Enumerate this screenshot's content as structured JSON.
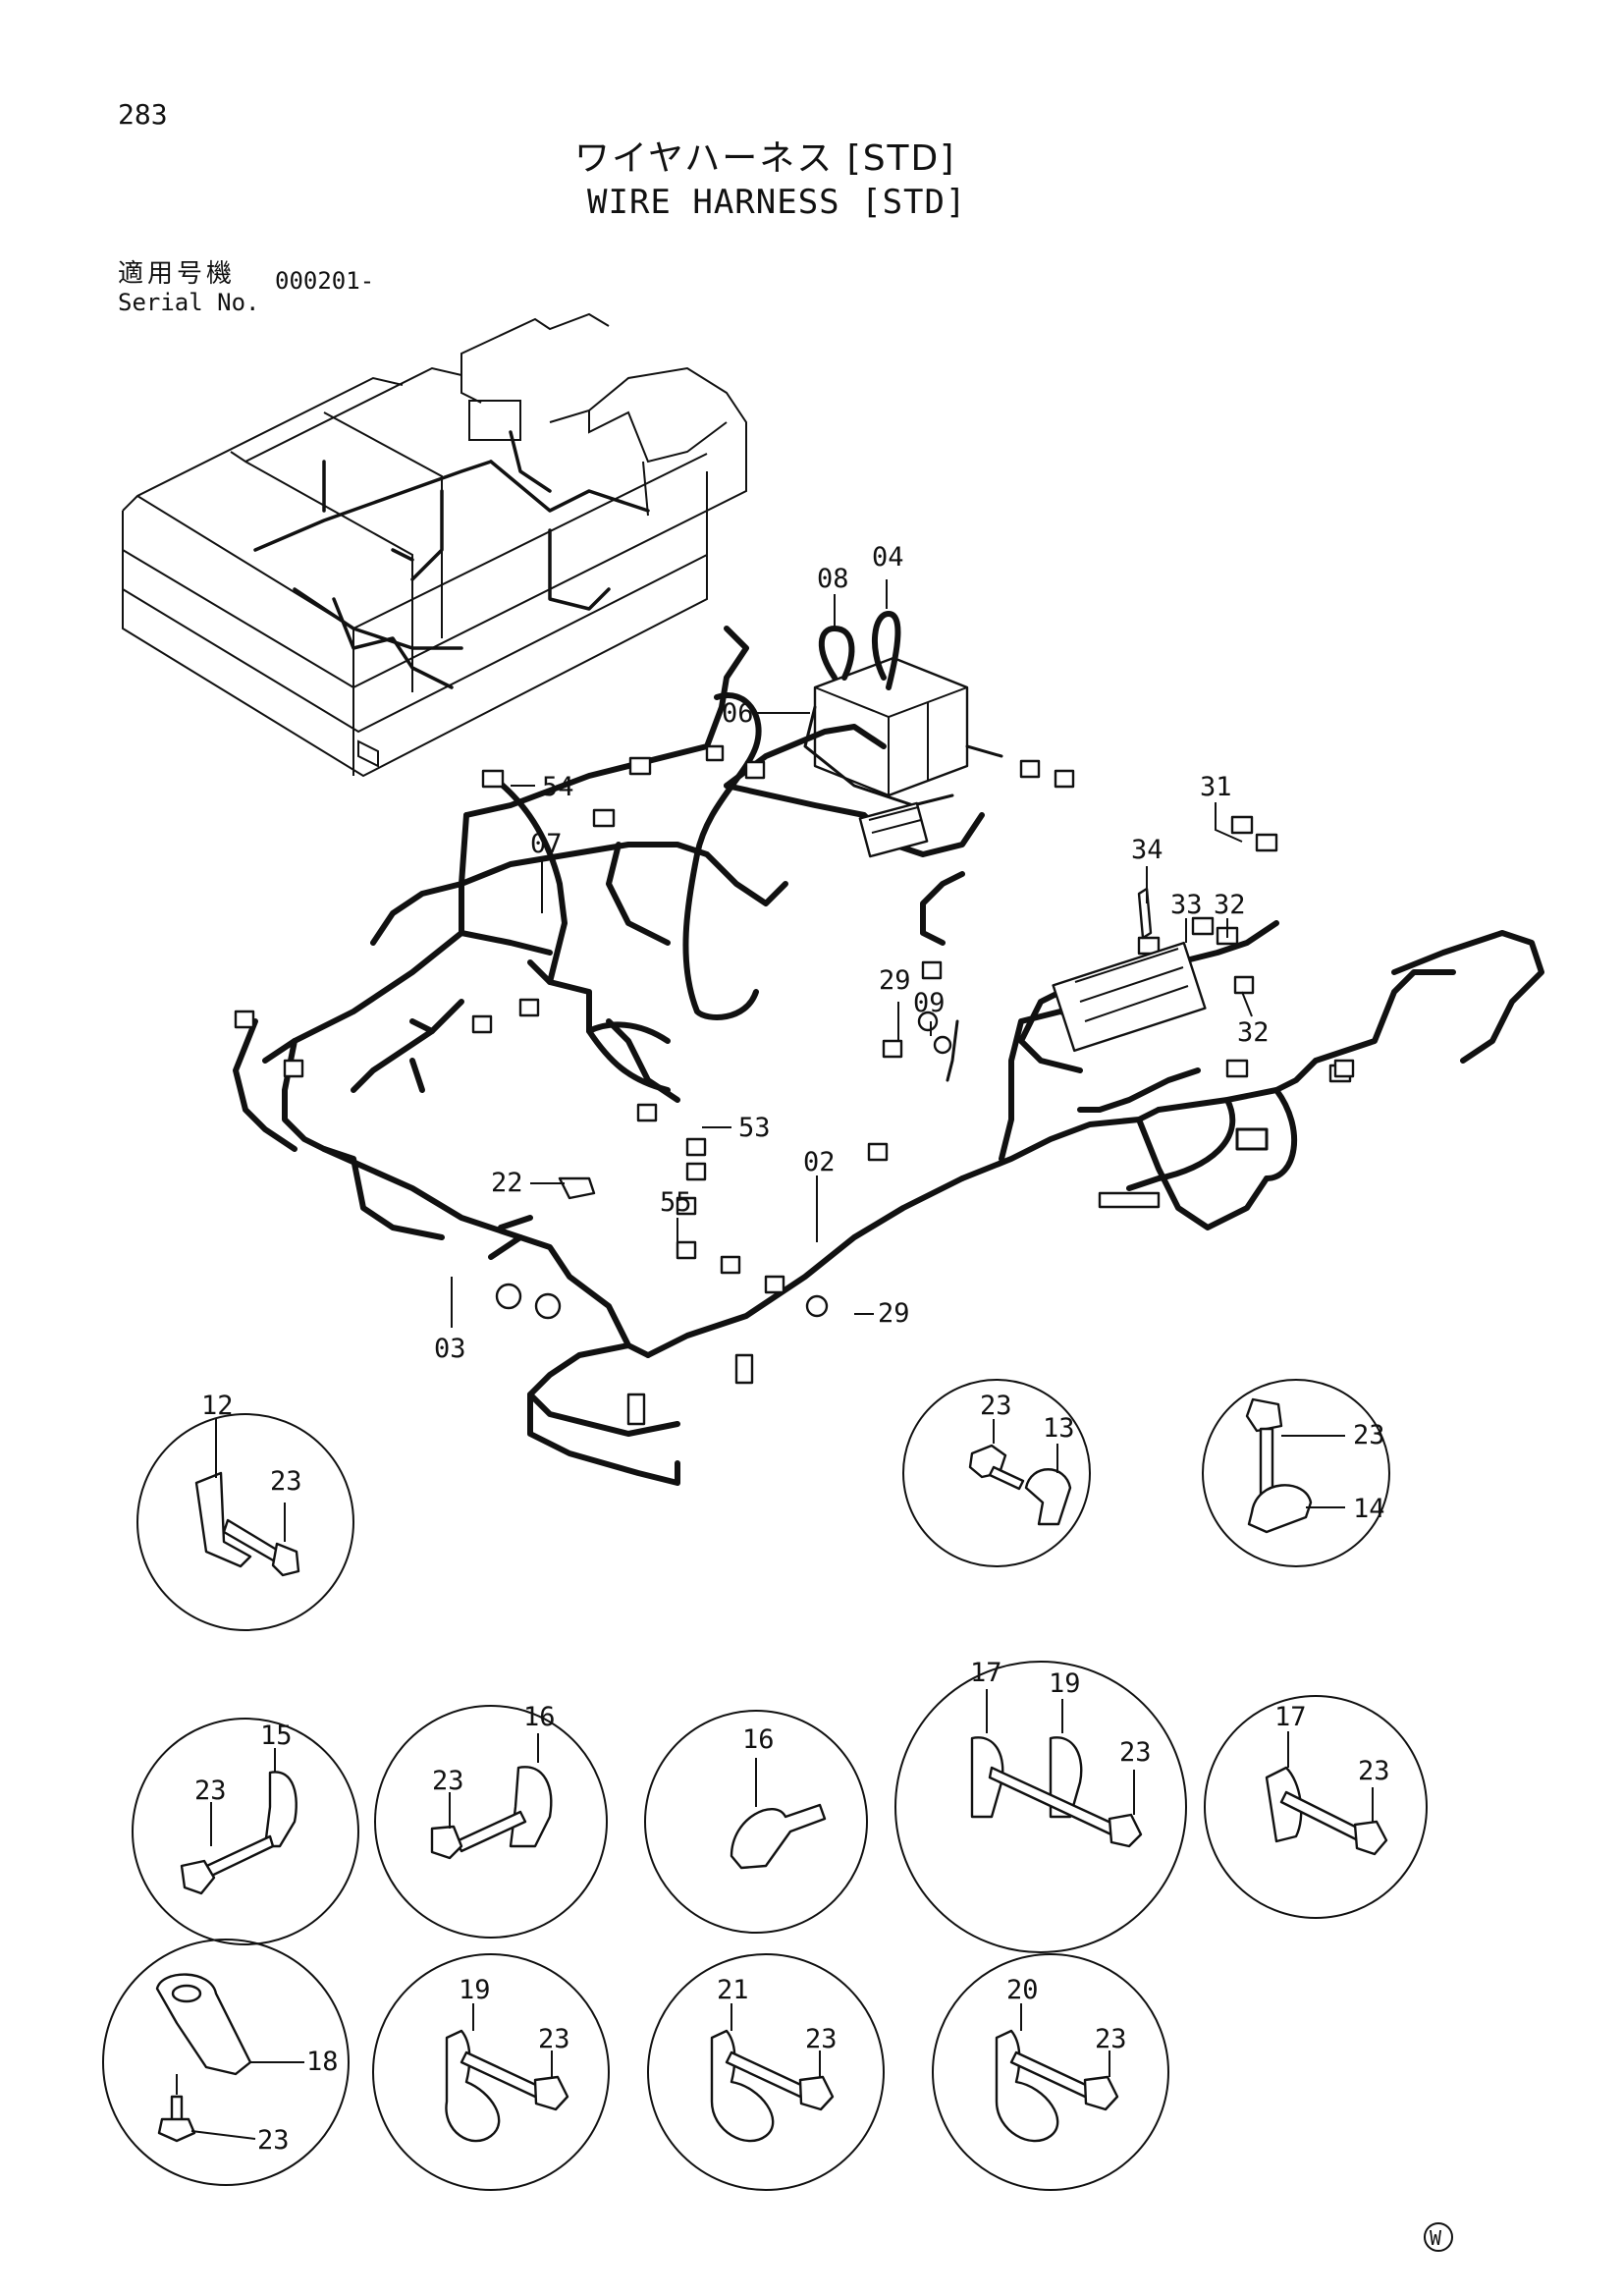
{
  "page_number": "283",
  "title_jp": "ワイヤハーネス [STD]",
  "title_en": "WIRE HARNESS [STD]",
  "serial_label_jp": "適用号機",
  "serial_label_en": "Serial No.",
  "serial_value": "000201-",
  "mark": "W",
  "callouts": [
    {
      "id": "c08",
      "text": "08"
    },
    {
      "id": "c04",
      "text": "04"
    },
    {
      "id": "c06",
      "text": "06"
    },
    {
      "id": "c54",
      "text": "54"
    },
    {
      "id": "c07",
      "text": "07"
    },
    {
      "id": "c31",
      "text": "31"
    },
    {
      "id": "c34",
      "text": "34"
    },
    {
      "id": "c33",
      "text": "33"
    },
    {
      "id": "c32a",
      "text": "32"
    },
    {
      "id": "c32b",
      "text": "32"
    },
    {
      "id": "c29a",
      "text": "29"
    },
    {
      "id": "c09",
      "text": "09"
    },
    {
      "id": "c53",
      "text": "53"
    },
    {
      "id": "c02",
      "text": "02"
    },
    {
      "id": "c22",
      "text": "22"
    },
    {
      "id": "c55",
      "text": "55"
    },
    {
      "id": "c29b",
      "text": "29"
    },
    {
      "id": "c03",
      "text": "03"
    }
  ],
  "details": [
    {
      "id": "d1",
      "labels": [
        "12",
        "23"
      ]
    },
    {
      "id": "d2",
      "labels": [
        "23",
        "13"
      ]
    },
    {
      "id": "d3",
      "labels": [
        "23",
        "14"
      ]
    },
    {
      "id": "d4",
      "labels": [
        "15",
        "23"
      ]
    },
    {
      "id": "d5",
      "labels": [
        "16",
        "23"
      ]
    },
    {
      "id": "d6",
      "labels": [
        "16"
      ]
    },
    {
      "id": "d7",
      "labels": [
        "17",
        "19",
        "23"
      ]
    },
    {
      "id": "d8",
      "labels": [
        "17",
        "23"
      ]
    },
    {
      "id": "d9",
      "labels": [
        "18",
        "23"
      ]
    },
    {
      "id": "d10",
      "labels": [
        "19",
        "23"
      ]
    },
    {
      "id": "d11",
      "labels": [
        "21",
        "23"
      ]
    },
    {
      "id": "d12",
      "labels": [
        "20",
        "23"
      ]
    }
  ]
}
